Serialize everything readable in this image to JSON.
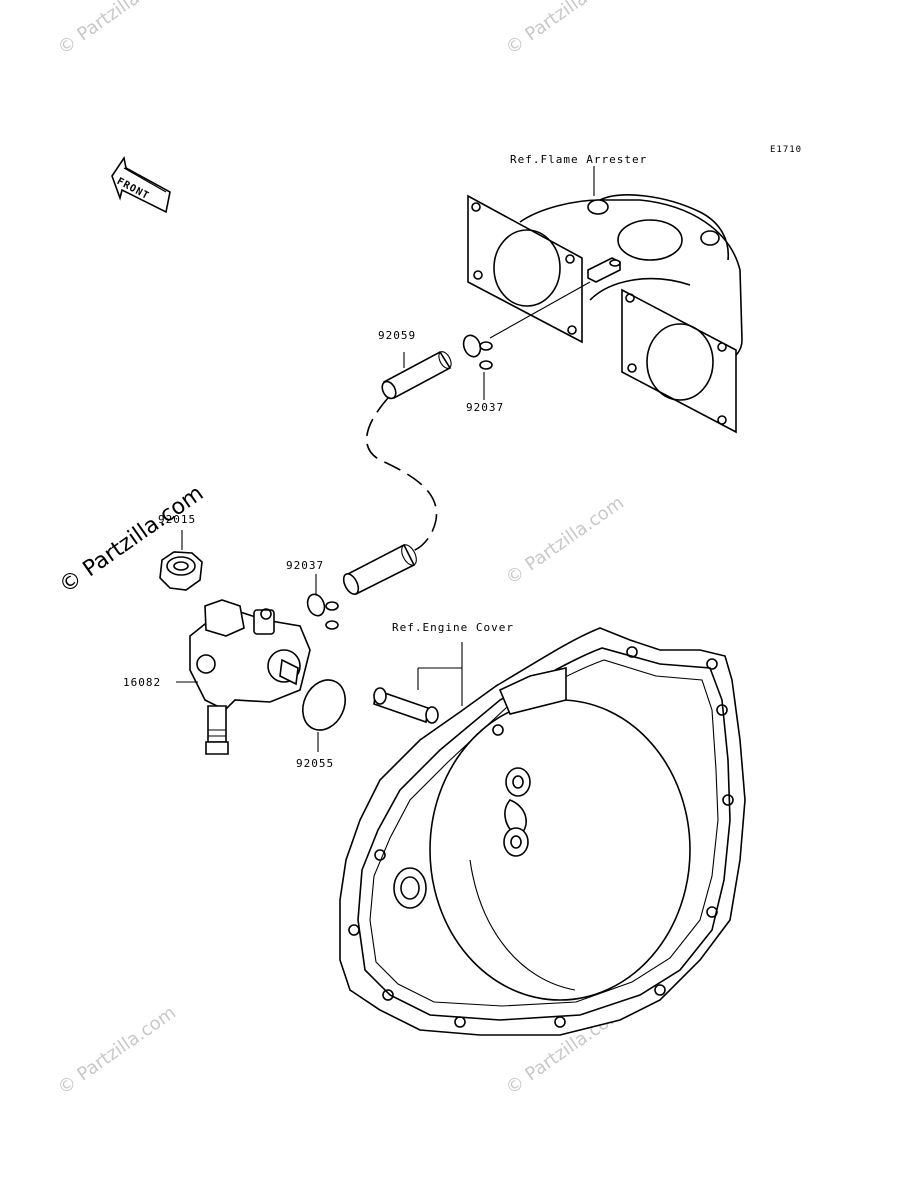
{
  "diagram": {
    "code": "E1710",
    "front_label": "FRONT",
    "callouts": {
      "ref_flame_arrester": "Ref.Flame Arrester",
      "ref_engine_cover": "Ref.Engine Cover",
      "part_92059": "92059",
      "part_92037_top": "92037",
      "part_92015": "92015",
      "part_92037_mid": "92037",
      "part_16082": "16082",
      "part_92055": "92055"
    }
  },
  "watermarks": {
    "text": "© Partzilla.com",
    "featured": "© Partzilla.com"
  }
}
